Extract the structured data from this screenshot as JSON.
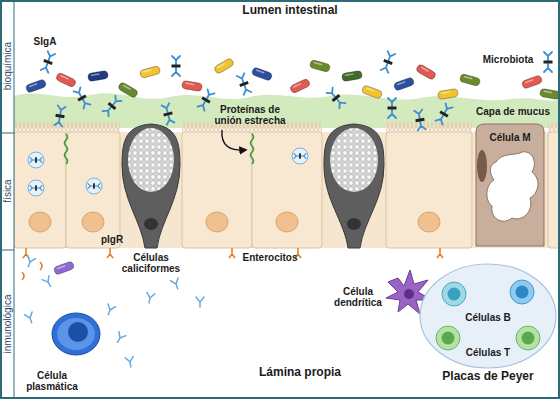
{
  "diagram": {
    "nodes": [
      {
        "text": [
          "bioquímica"
        ]
      },
      {
        "text": [
          "física"
        ]
      },
      {
        "text": [
          "inmunológica"
        ]
      },
      {
        "text": [
          "Célula M"
        ],
        "in": 1
      },
      {
        "text": [
          "Células B",
          "Células T",
          "Placas de Peyer"
        ],
        "in": 2
      }
    ],
    "labels": [
      "Lumen intestinal",
      "SIgA",
      "Microbiota",
      "Proteínas de unión estrecha",
      "Capa de mucus",
      "pIgR",
      "Células caliciformes",
      "Enterocitos",
      "Célula dendrítica",
      "Célula plasmática",
      "Lámina propia"
    ]
  }
}
